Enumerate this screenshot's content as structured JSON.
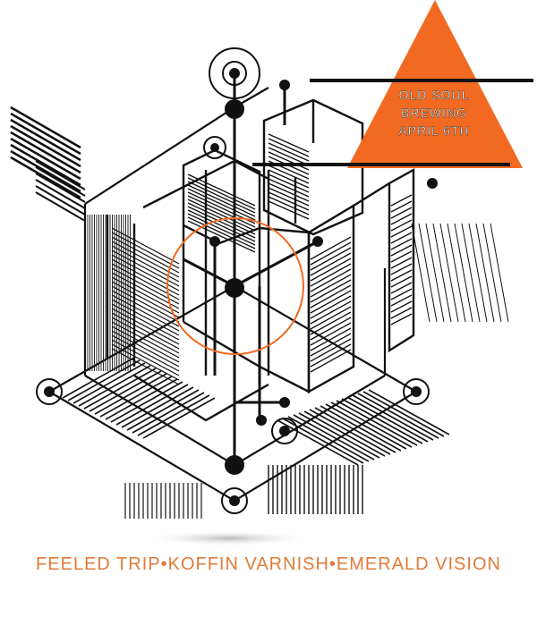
{
  "poster": {
    "venue_line1": "OLD SOUL",
    "venue_line2": "BREWING",
    "date": "APRIL 6TH",
    "lineup": "FEELED TRIP•KOFFIN VARNISH•EMERALD VISION"
  },
  "colors": {
    "accent": "#f26a21",
    "lineup_text": "#e07b39",
    "ink": "#111111",
    "background": "#ffffff"
  }
}
